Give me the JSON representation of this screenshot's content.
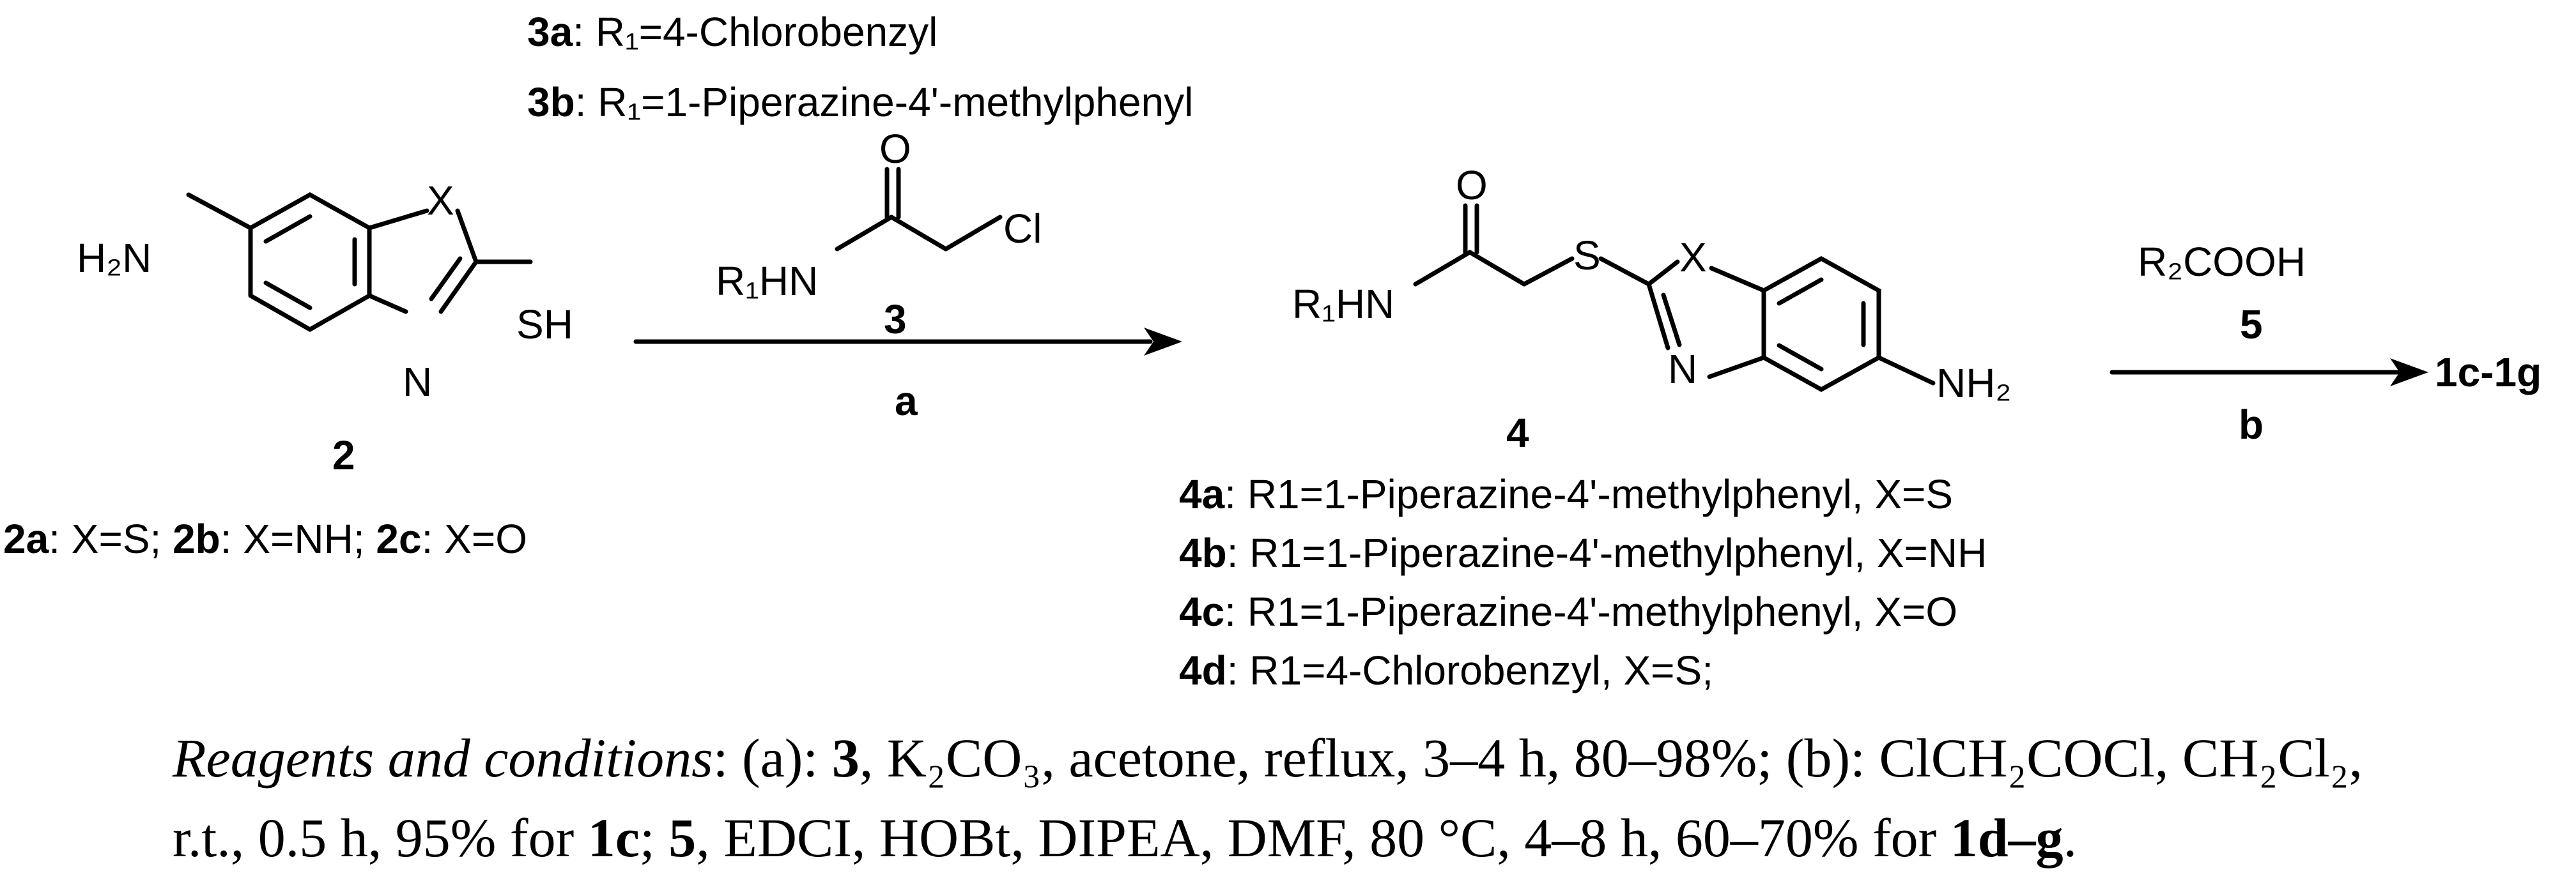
{
  "scheme": {
    "reagent3_variants": [
      {
        "id": "3a",
        "text": ": R₁=4-Chlorobenzyl"
      },
      {
        "id": "3b",
        "text": ": R₁=1-Piperazine-4'-methylphenyl"
      }
    ],
    "compound2": {
      "amine_label": "H₂N",
      "x_label": "X",
      "sh_label": "SH",
      "n_label": "N",
      "number": "2",
      "variants": [
        {
          "id": "2a",
          "text": ": X=S; "
        },
        {
          "id": "2b",
          "text": ": X=NH; "
        },
        {
          "id": "2c",
          "text": ": X=O"
        }
      ]
    },
    "reagent3": {
      "o_label": "O",
      "cl_label": "Cl",
      "amide_label": "R₁HN",
      "number": "3",
      "step_label": "a"
    },
    "compound4": {
      "o_label": "O",
      "amide_label": "R₁HN",
      "s_label": "S",
      "x_label": "X",
      "n_label": "N",
      "amine_label": "NH₂",
      "number": "4",
      "variants": [
        {
          "id": "4a",
          "text": ": R1=1-Piperazine-4'-methylphenyl, X=S"
        },
        {
          "id": "4b",
          "text": ": R1=1-Piperazine-4'-methylphenyl, X=NH"
        },
        {
          "id": "4c",
          "text": ": R1=1-Piperazine-4'-methylphenyl, X=O"
        },
        {
          "id": "4d",
          "text": ": R1=4-Chlorobenzyl, X=S;"
        }
      ]
    },
    "reagent5": {
      "formula": "R₂COOH",
      "number": "5",
      "step_label": "b"
    },
    "product_label": "1c-1g"
  },
  "caption": {
    "line1": {
      "italic": "Reagents and conditions",
      "p1": ": (a): ",
      "b1": "3",
      "p2": ", K₂CO₃, acetone, reflux, 3–4 h, 80–98%; (b): ClCH₂COCl, CH₂Cl₂,"
    },
    "line2": {
      "p1": "r.t., 0.5 h, 95% for ",
      "b1": "1c",
      "p2": "; ",
      "b2": "5",
      "p3": ", EDCI, HOBt, DIPEA, DMF, 80 °C, 4–8 h, 60–70% for ",
      "b3": "1d–g",
      "p4": "."
    }
  }
}
